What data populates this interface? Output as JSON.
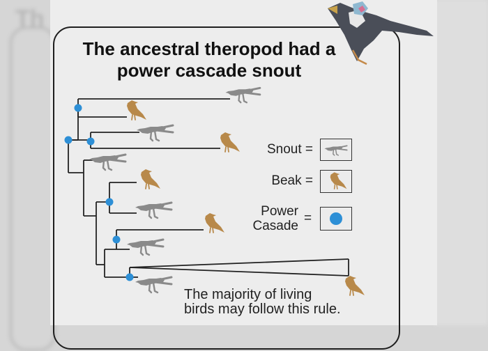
{
  "colors": {
    "snout": "#8a8a8a",
    "beak": "#b8894a",
    "power_cascade": "#2d8fd6",
    "line": "#222222"
  },
  "ghost": {
    "title_fragment": "Th"
  },
  "title": {
    "line1": "The ancestral theropod had a",
    "line2": "power cascade snout"
  },
  "legend": {
    "snout_label": "Snout =",
    "beak_label": "Beak =",
    "power_label_line1": "Power",
    "power_label_line2": "Casade",
    "power_eq": "=",
    "snout_icon": "dinosaur-icon",
    "beak_icon": "bird-icon",
    "power_icon": "blue-dot-icon"
  },
  "note": {
    "line1": "The majority of living",
    "line2": "birds may follow this rule."
  }
}
